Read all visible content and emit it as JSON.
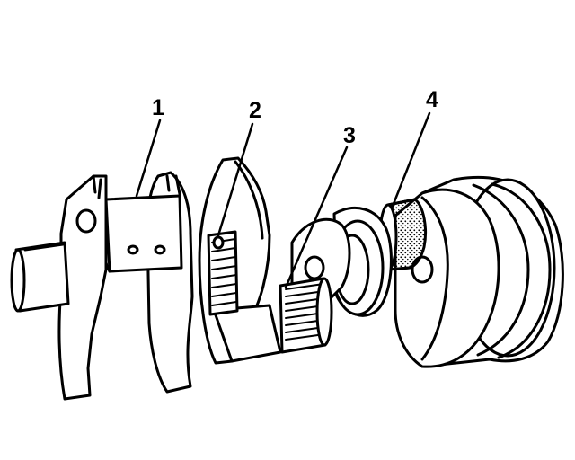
{
  "callouts": [
    {
      "label": "1"
    },
    {
      "label": "2"
    },
    {
      "label": "3"
    },
    {
      "label": "4"
    }
  ],
  "colors": {
    "line": "#000000",
    "fill": "#ffffff",
    "stipple": "#000000"
  }
}
